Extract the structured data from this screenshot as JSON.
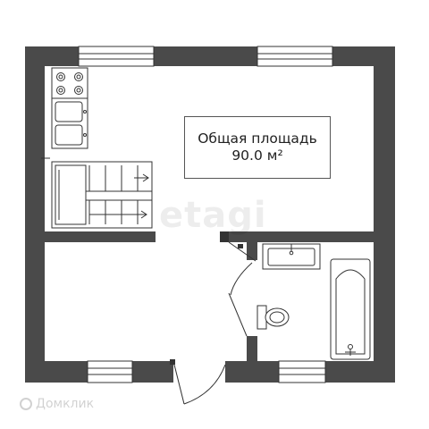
{
  "plan": {
    "area_title": "Общая площадь",
    "area_value": "90.0 м²",
    "watermark": "etagi",
    "brand": "Домклик"
  },
  "colors": {
    "wall": "#4a4a4a",
    "line": "#333333",
    "background": "#ffffff"
  },
  "icons": [
    "stove-icon",
    "kitchen-sink-icon",
    "staircase-icon",
    "bathroom-sink-icon",
    "toilet-icon",
    "bathtub-icon",
    "door-icon",
    "window-icon"
  ]
}
